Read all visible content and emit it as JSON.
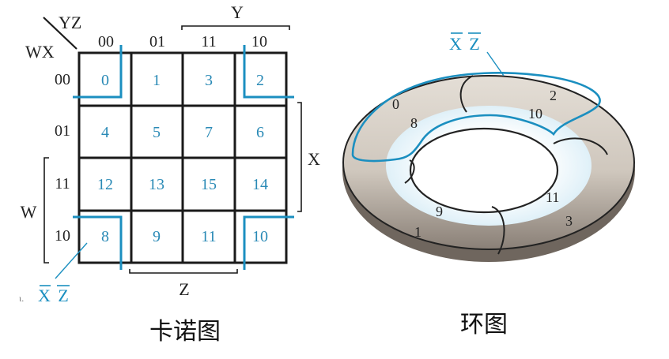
{
  "colors": {
    "grid": "#1a1a1a",
    "cell_text": "#2a8ab6",
    "accent": "#1b8fc0",
    "label": "#222222",
    "torus_outer": "#cfc8bf",
    "torus_shadow": "#7a7067",
    "torus_inner_glow": "#e6f4fb"
  },
  "kmap": {
    "corner_top": "YZ",
    "corner_left": "WX",
    "col_headers": [
      "00",
      "01",
      "11",
      "10"
    ],
    "row_headers": [
      "00",
      "01",
      "11",
      "10"
    ],
    "cells": [
      [
        "0",
        "1",
        "3",
        "2"
      ],
      [
        "4",
        "5",
        "7",
        "6"
      ],
      [
        "12",
        "13",
        "15",
        "14"
      ],
      [
        "8",
        "9",
        "11",
        "10"
      ]
    ],
    "brace_y": "Y",
    "brace_x": "X",
    "brace_w": "W",
    "brace_z": "Z",
    "term_label": "X Z",
    "caption": "卡诺图",
    "stray_mark": "ι."
  },
  "torus": {
    "term_label": "X Z",
    "numbers": [
      "0",
      "2",
      "8",
      "10",
      "9",
      "11",
      "1",
      "3"
    ],
    "caption": "环图"
  }
}
